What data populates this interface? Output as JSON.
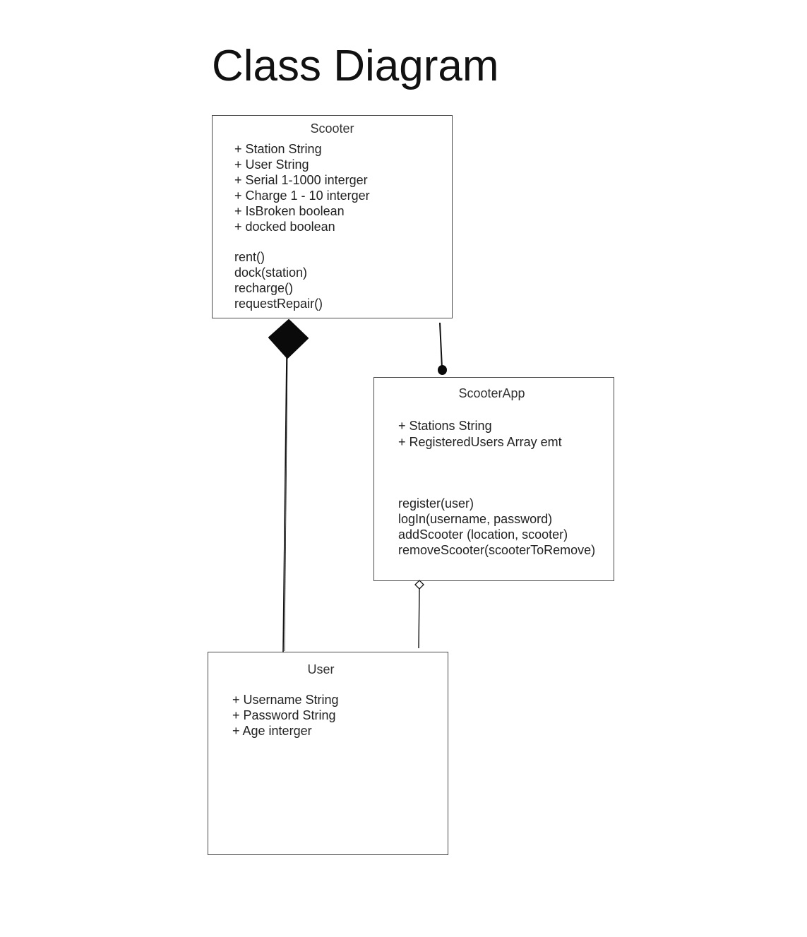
{
  "title": "Class Diagram",
  "classes": {
    "scooter": {
      "name": "Scooter",
      "attributes": [
        "+ Station String",
        "+ User String",
        "+ Serial  1-1000 interger",
        "+ Charge 1 - 10 interger",
        "+ IsBroken boolean",
        "+ docked boolean"
      ],
      "methods": [
        "rent()",
        "dock(station)",
        "recharge()",
        "requestRepair()"
      ]
    },
    "scooterapp": {
      "name": "ScooterApp",
      "attributes": [
        "+ Stations String",
        "+ RegisteredUsers Array emt"
      ],
      "methods": [
        "register(user)",
        "logIn(username, password)",
        "addScooter (location, scooter)",
        "removeScooter(scooterToRemove)"
      ]
    },
    "user": {
      "name": "User",
      "attributes": [
        "+ Username String",
        "+ Password String",
        "+ Age interger"
      ],
      "methods": []
    }
  },
  "relationships": [
    {
      "from": "Scooter",
      "to": "User",
      "type": "composition"
    },
    {
      "from": "Scooter",
      "to": "ScooterApp",
      "type": "association"
    },
    {
      "from": "ScooterApp",
      "to": "User",
      "type": "aggregation"
    }
  ],
  "colors": {
    "stroke": "#4a4a4a",
    "connector": "#111111",
    "text": "#222222"
  }
}
